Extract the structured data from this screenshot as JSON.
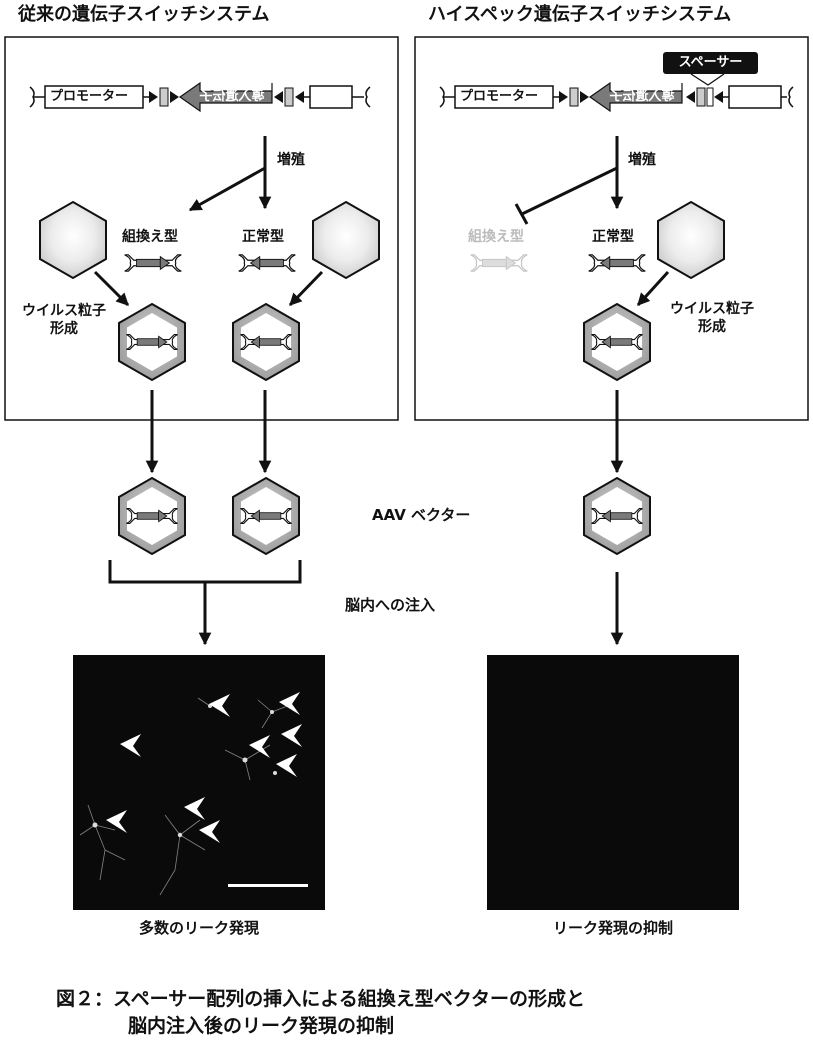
{
  "panels": {
    "conventional": {
      "title": "従来の遺伝子スイッチシステム",
      "promoter": "プロモーター",
      "insert_gene": "導入遺伝子",
      "proliferation": "増殖",
      "recombinant": "組換え型",
      "normal": "正常型",
      "virus_particle": "ウイルス粒子\n形成"
    },
    "high_spec": {
      "title": "ハイスペック遺伝子スイッチシステム",
      "spacer": "スペーサー",
      "promoter": "プロモーター",
      "insert_gene": "導入遺伝子",
      "proliferation": "増殖",
      "recombinant": "組換え型",
      "normal": "正常型",
      "virus_particle": "ウイルス粒子\n形成"
    }
  },
  "middle": {
    "aav_vector": "AAV ベクター",
    "injection": "脳内への注入"
  },
  "results": {
    "left": "多数のリーク発現",
    "right": "リーク発現の抑制"
  },
  "caption": {
    "line1": "図２：スペーサー配列の挿入による組換え型ベクターの形成と",
    "line2": "脳内注入後のリーク発現の抑制"
  },
  "colors": {
    "hexagon_fill": "#e3e3e3",
    "dark_arrow": "#7a7a7a",
    "microscopy_bg": "#0a0a0a"
  }
}
